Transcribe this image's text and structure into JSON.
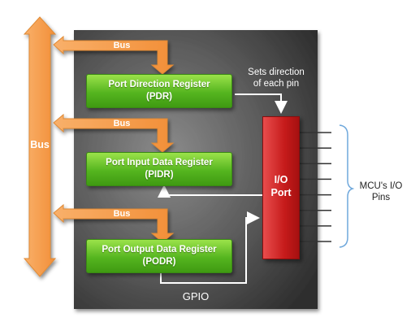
{
  "bus_main_label": "Bus",
  "bus_branch_label": "Bus",
  "registers": [
    {
      "name": "Port Direction Register",
      "abbr": "(PDR)"
    },
    {
      "name": "Port Input Data Register",
      "abbr": "(PIDR)"
    },
    {
      "name": "Port Output Data Register",
      "abbr": "(PODR)"
    }
  ],
  "io_port": {
    "line1": "I/O",
    "line2": "Port"
  },
  "sets_direction": {
    "line1": "Sets direction",
    "line2": "of each pin"
  },
  "gpio_label": "GPIO",
  "pins_label": {
    "line1": "MCU's I/O",
    "line2": "Pins"
  },
  "pin_count": 8,
  "colors": {
    "bus": "#f7a24f",
    "register": "#55b51f",
    "io_port": "#c61b1b",
    "gpio_block": "#4a4a4a",
    "bracket": "#6fa8dc"
  }
}
